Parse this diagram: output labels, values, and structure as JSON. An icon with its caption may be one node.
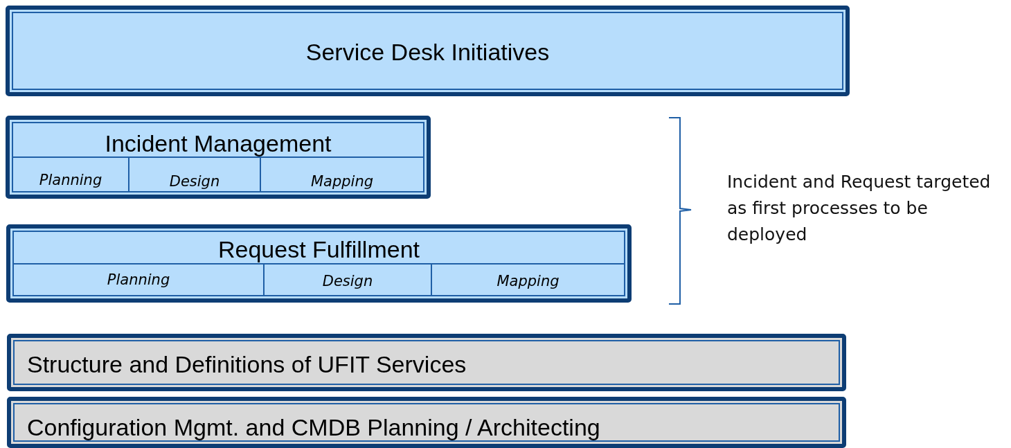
{
  "diagram": {
    "nodes": [
      {
        "text": [
          "Service Desk Initiatives"
        ]
      },
      {
        "text": [
          "Incident Management"
        ]
      },
      {
        "text": [
          "Planning"
        ],
        "in": 1
      },
      {
        "text": [
          "Design"
        ],
        "in": 1
      },
      {
        "text": [
          "Mapping"
        ],
        "in": 1
      },
      {
        "text": [
          "Request Fulfillment"
        ]
      },
      {
        "text": [
          "Planning"
        ],
        "in": 5
      },
      {
        "text": [
          "Design"
        ],
        "in": 5
      },
      {
        "text": [
          "Mapping"
        ],
        "in": 5
      },
      {
        "text": [
          "Structure and Definitions of UFIT Services"
        ]
      },
      {
        "text": [
          "Configuration Mgmt. and CMDB Planning / Architecting"
        ]
      }
    ],
    "labels": [
      "Incident and Request targeted as first processes to be deployed"
    ]
  }
}
